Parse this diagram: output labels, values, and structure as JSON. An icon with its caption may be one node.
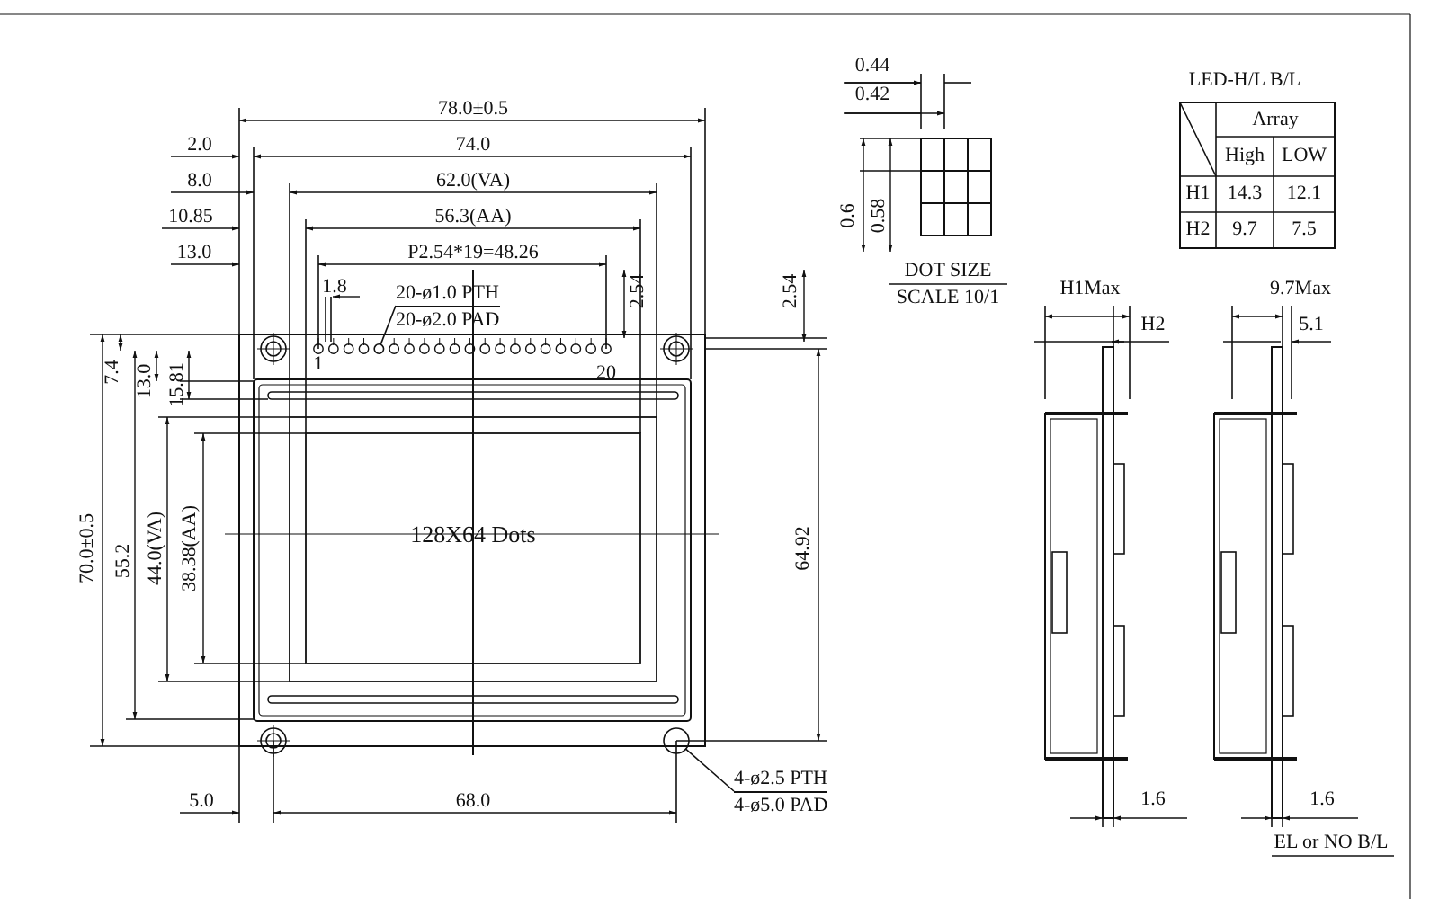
{
  "diagram": {
    "nodes": [
      {
        "text": [
          "20-ø1.0 PTH",
          "20-ø2.0 PAD"
        ]
      },
      {
        "text": [],
        "shape": "circle"
      },
      {
        "text": [
          "4-ø2.5 PTH",
          "4-ø5.0 PAD"
        ]
      },
      {
        "text": [],
        "shape": "circle"
      }
    ],
    "edges": [
      {
        "from": 0,
        "to": 1,
        "arrow": "none"
      },
      {
        "from": 2,
        "to": 3,
        "arrow": "none"
      }
    ],
    "labels": [
      "0.44",
      "0.42",
      "LED-H/L B/L",
      "78.0±0.5",
      "2.0",
      "74.0",
      "8.0",
      "62.0(VA)",
      "10.85",
      "56.3(AA)",
      "13.0",
      "P2.54*19=48.26",
      "0.6",
      "0.58",
      "Array",
      "High",
      "LOW",
      "H1",
      "14.3",
      "12.1",
      "H2",
      "9.7",
      "7.5",
      "1.8",
      "2.54",
      "2.54",
      "DOT SIZE",
      "SCALE 10/1",
      "H1Max",
      "H2",
      "9.7Max",
      "5.1",
      "1",
      "20",
      "7.4",
      "13.0",
      "15.81",
      "70.0±0.5",
      "55.2",
      "44.0(VA)",
      "38.38(AA)",
      "128X64 Dots",
      "64.92",
      "5.0",
      "68.0",
      "1.6",
      "1.6",
      "EL or NO B/L"
    ]
  }
}
